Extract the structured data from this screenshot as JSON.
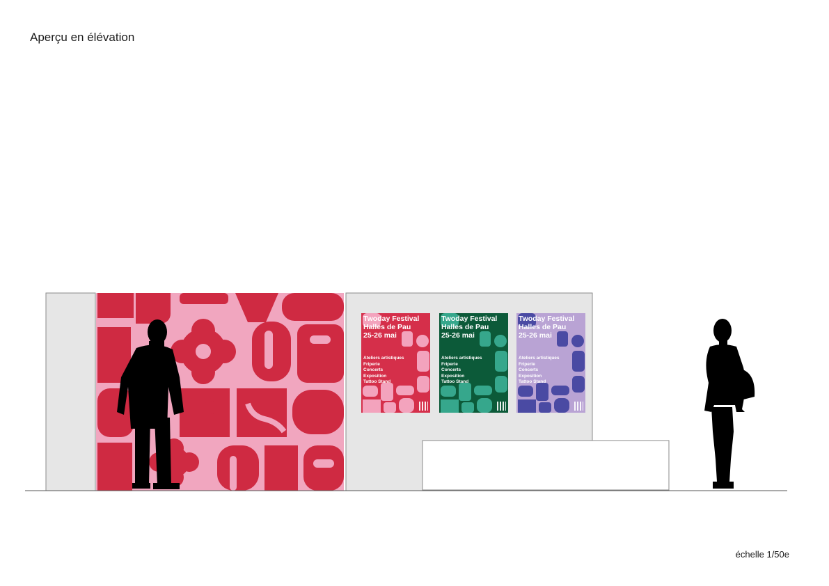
{
  "page": {
    "title": "Aperçu en élévation",
    "scale": "échelle 1/50e"
  },
  "wall": {
    "panel_color": "#e6e6e6",
    "mural_colors": [
      "#f1a6bf",
      "#cf2a42"
    ]
  },
  "posters": [
    {
      "title": "Twoday Festival\nHalles de Pau\n25-26 mai",
      "items": [
        "Ateliers artistiques",
        "Friperie",
        "Concerts",
        "Exposition",
        "Tattoo Stand"
      ],
      "bg": "#d52f4a",
      "fg": "#f3a3bd"
    },
    {
      "title": "Twoday Festival\nHalles de Pau\n25-26 mai",
      "items": [
        "Ateliers artistiques",
        "Friperie",
        "Concerts",
        "Exposition",
        "Tattoo Stand"
      ],
      "bg": "#0c5a39",
      "fg": "#36a78c"
    },
    {
      "title": "Twoday Festival\nHalles de Pau\n25-26 mai",
      "items": [
        "Ateliers artistiques",
        "Friperie",
        "Concerts",
        "Exposition",
        "Tattoo Stand"
      ],
      "bg": "#b9a3d4",
      "fg": "#4a4aa3"
    }
  ],
  "colors": {
    "silhouette": "#000000",
    "ground": "#555555"
  }
}
